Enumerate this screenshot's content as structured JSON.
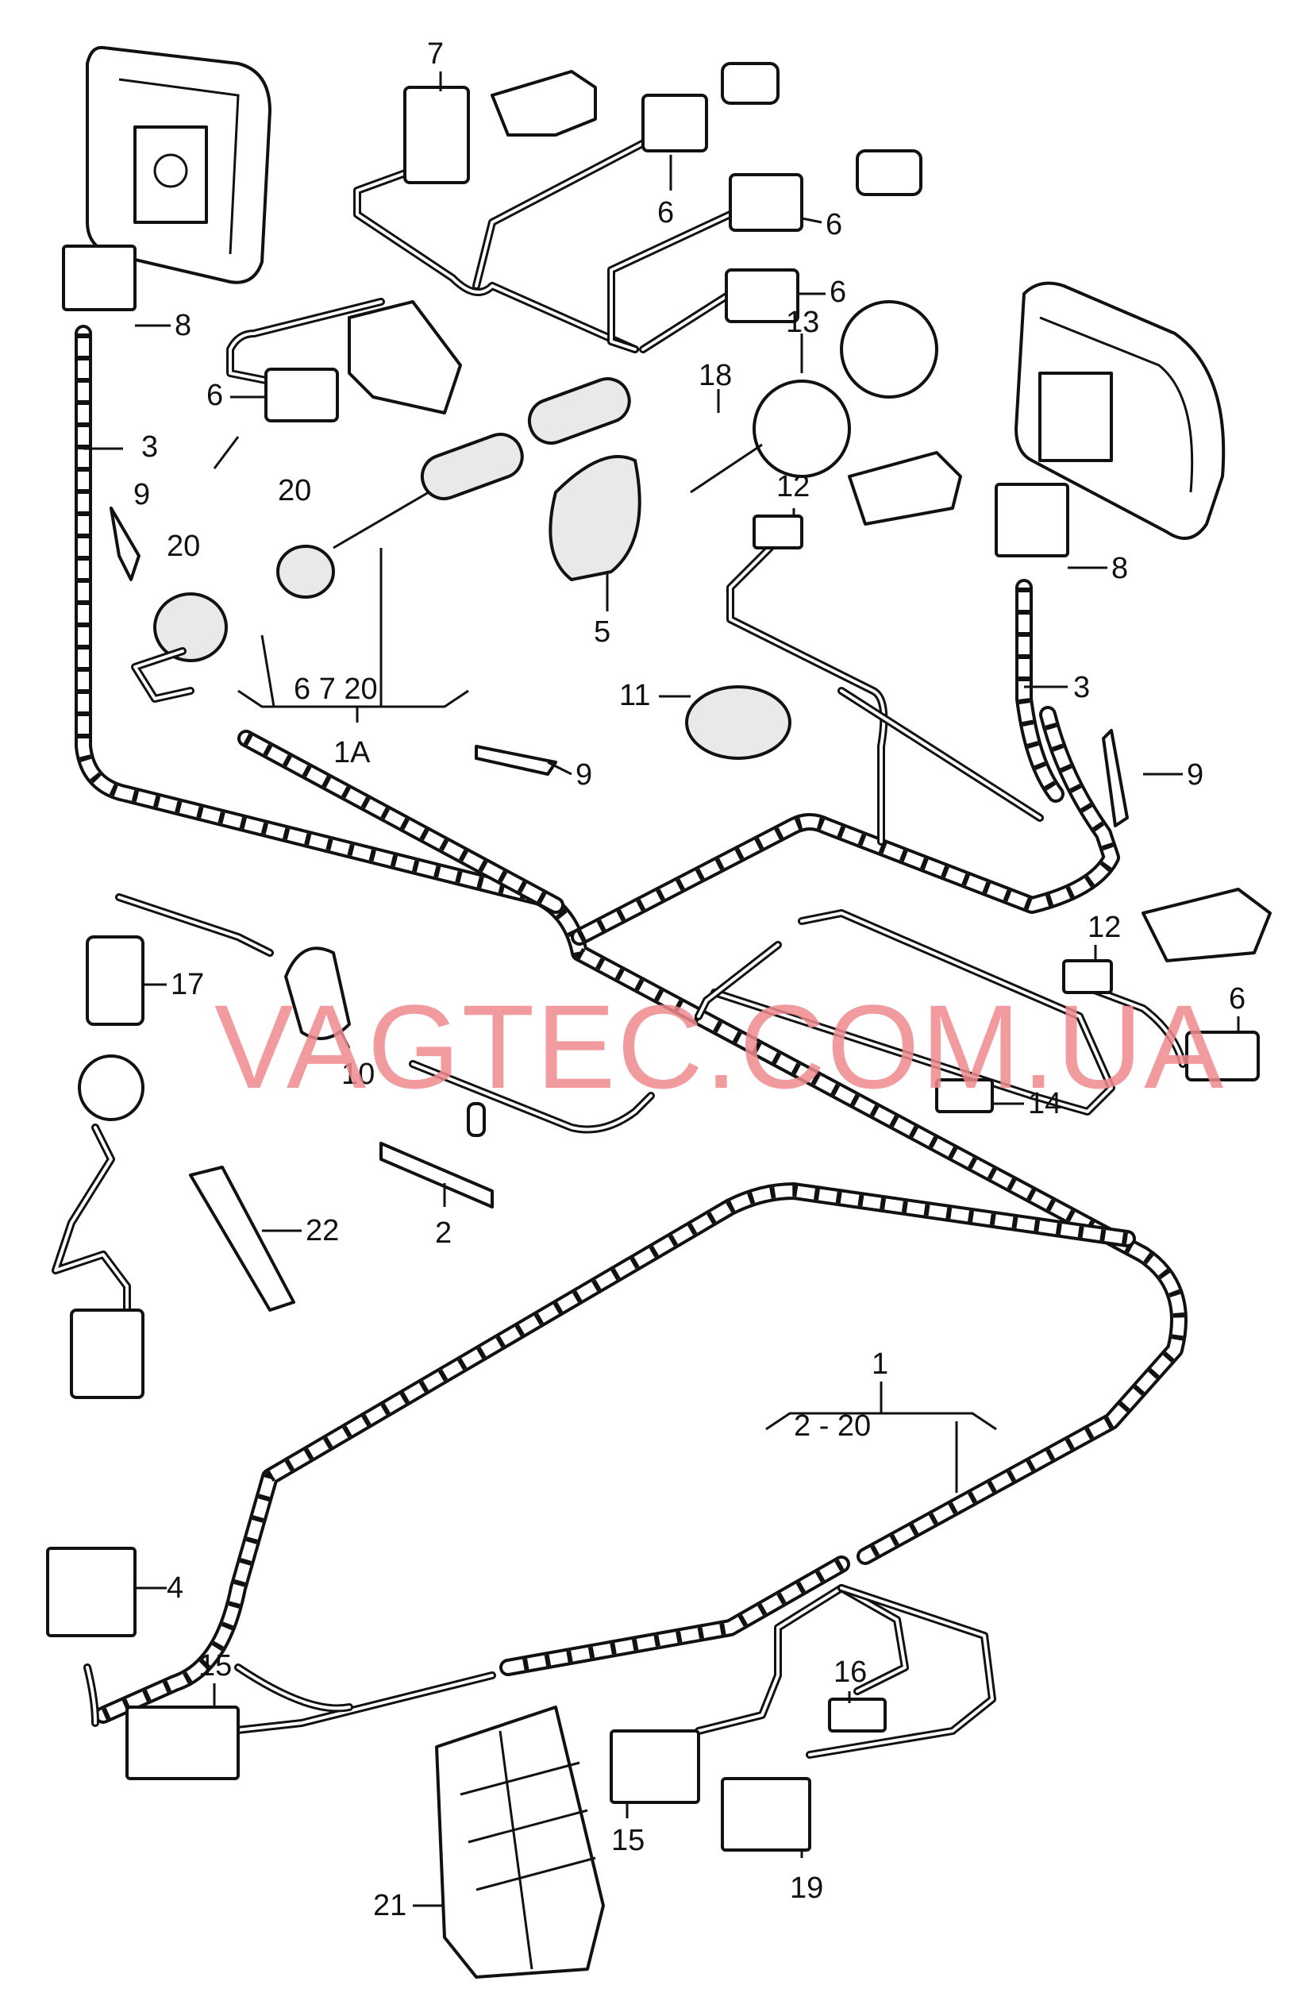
{
  "watermark": "VAGTEC.COM.UA",
  "callouts": {
    "c7_top": "7",
    "c6_a": "6",
    "c6_b": "6",
    "c6_c": "6",
    "c6_d": "6",
    "c6_e": "6",
    "c8_left": "8",
    "c8_right": "8",
    "c3_left": "3",
    "c3_right": "3",
    "c9_a": "9",
    "c9_b": "9",
    "c9_c": "9",
    "c20_a": "20",
    "c20_b": "20",
    "c13": "13",
    "c18": "18",
    "c12_a": "12",
    "c12_b": "12",
    "c5": "5",
    "c11": "11",
    "group_1a_items": "6   7   20",
    "group_1a": "1A",
    "c17": "17",
    "c10": "10",
    "c14": "14",
    "c2": "2",
    "c22": "22",
    "c1": "1",
    "group_1_range": "2 - 20",
    "c4": "4",
    "c16": "16",
    "c15_a": "15",
    "c15_b": "15",
    "c19": "19",
    "c21": "21"
  }
}
